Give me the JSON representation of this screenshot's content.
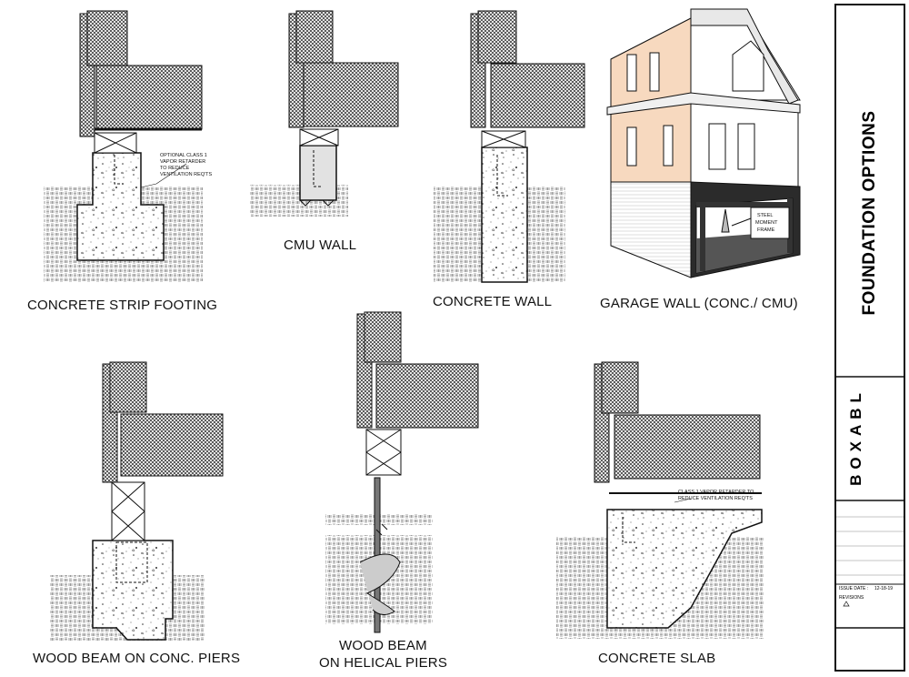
{
  "details": {
    "strip_footing": {
      "caption": "CONCRETE STRIP FOOTING",
      "note": [
        "OPTIONAL CLASS 1",
        "VAPOR RETARDER",
        "TO REDUCE",
        "VENTILATION REQ'TS"
      ]
    },
    "cmu_wall": {
      "caption": "CMU WALL"
    },
    "concrete_wall": {
      "caption": "CONCRETE WALL"
    },
    "garage_wall": {
      "caption": "GARAGE  WALL (CONC./ CMU)",
      "note": [
        "STEEL",
        "MOMENT",
        "FRAME"
      ]
    },
    "wood_beam_conc_piers": {
      "caption": "WOOD BEAM ON CONC. PIERS"
    },
    "wood_beam_helical": {
      "caption_line1": "WOOD BEAM",
      "caption_line2": "ON HELICAL PIERS"
    },
    "concrete_slab": {
      "caption": "CONCRETE  SLAB",
      "note": [
        "CLASS 1 VAPOR RETARDER TO",
        "REDUCE VENTILATION REQ'TS"
      ]
    }
  },
  "title_block": {
    "title": "FOUNDATION OPTIONS",
    "logo": "BOXABL",
    "issue_date_label": "ISSUE DATE :",
    "issue_date": "12-18-19",
    "revisions_label": "REVISIONS"
  }
}
